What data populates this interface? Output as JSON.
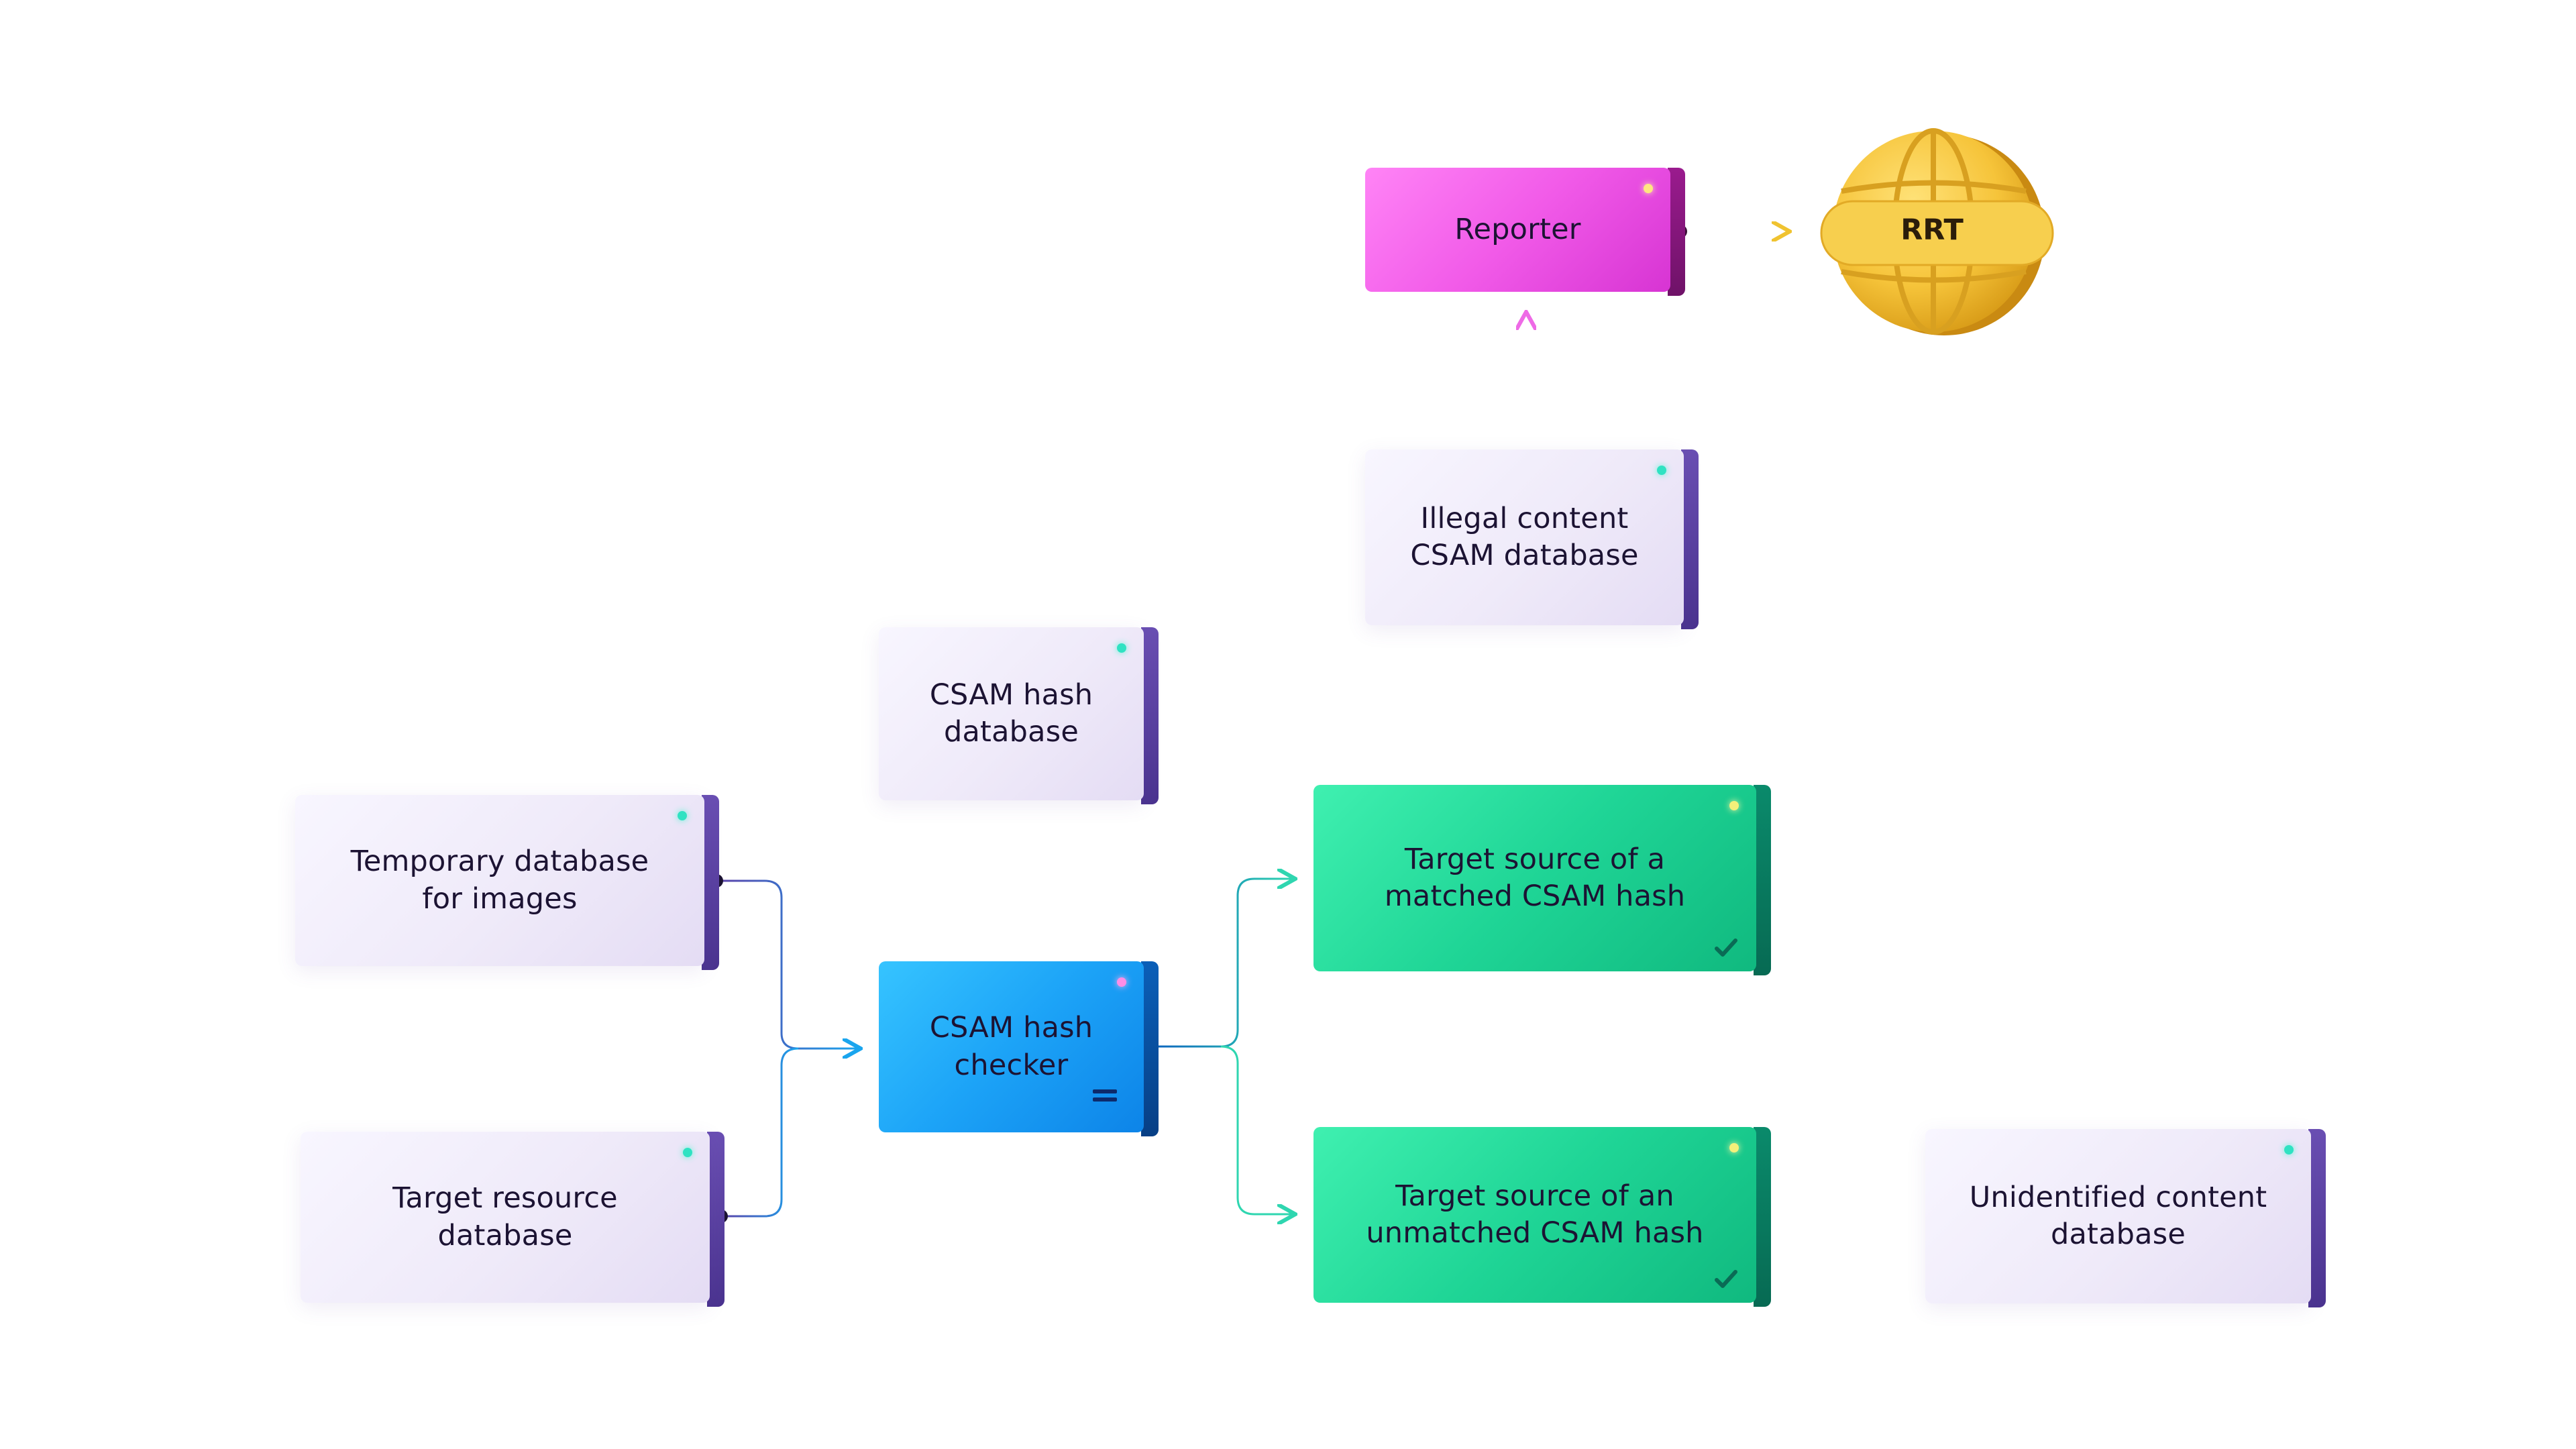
{
  "nodes": {
    "reporter": "Reporter",
    "rrt": "RRT",
    "illegal_db": "Illegal content CSAM database",
    "hash_db": "CSAM hash database",
    "temp_db": "Temporary database for images",
    "target_resource_db": "Target resource database",
    "hash_checker": "CSAM hash checker",
    "matched": "Target source of a matched CSAM hash",
    "unmatched": "Target source of an unmatched CSAM hash",
    "unidentified_db": "Unidentified content database"
  },
  "colors": {
    "lavender": "#efeaf9",
    "green": "#1fd596",
    "blue": "#1ca3f7",
    "pink": "#f15ae8",
    "gold": "#f4c63a",
    "wire_purple": "#5b3fa8",
    "wire_blue": "#1aa5ee",
    "wire_teal": "#2fd6b0",
    "wire_pink": "#ee6ae6",
    "wire_gold": "#f0c330"
  },
  "icons": {
    "status_dot": "status-dot-icon",
    "check": "check-icon",
    "menu": "menu-bars-icon",
    "globe": "globe-icon"
  }
}
